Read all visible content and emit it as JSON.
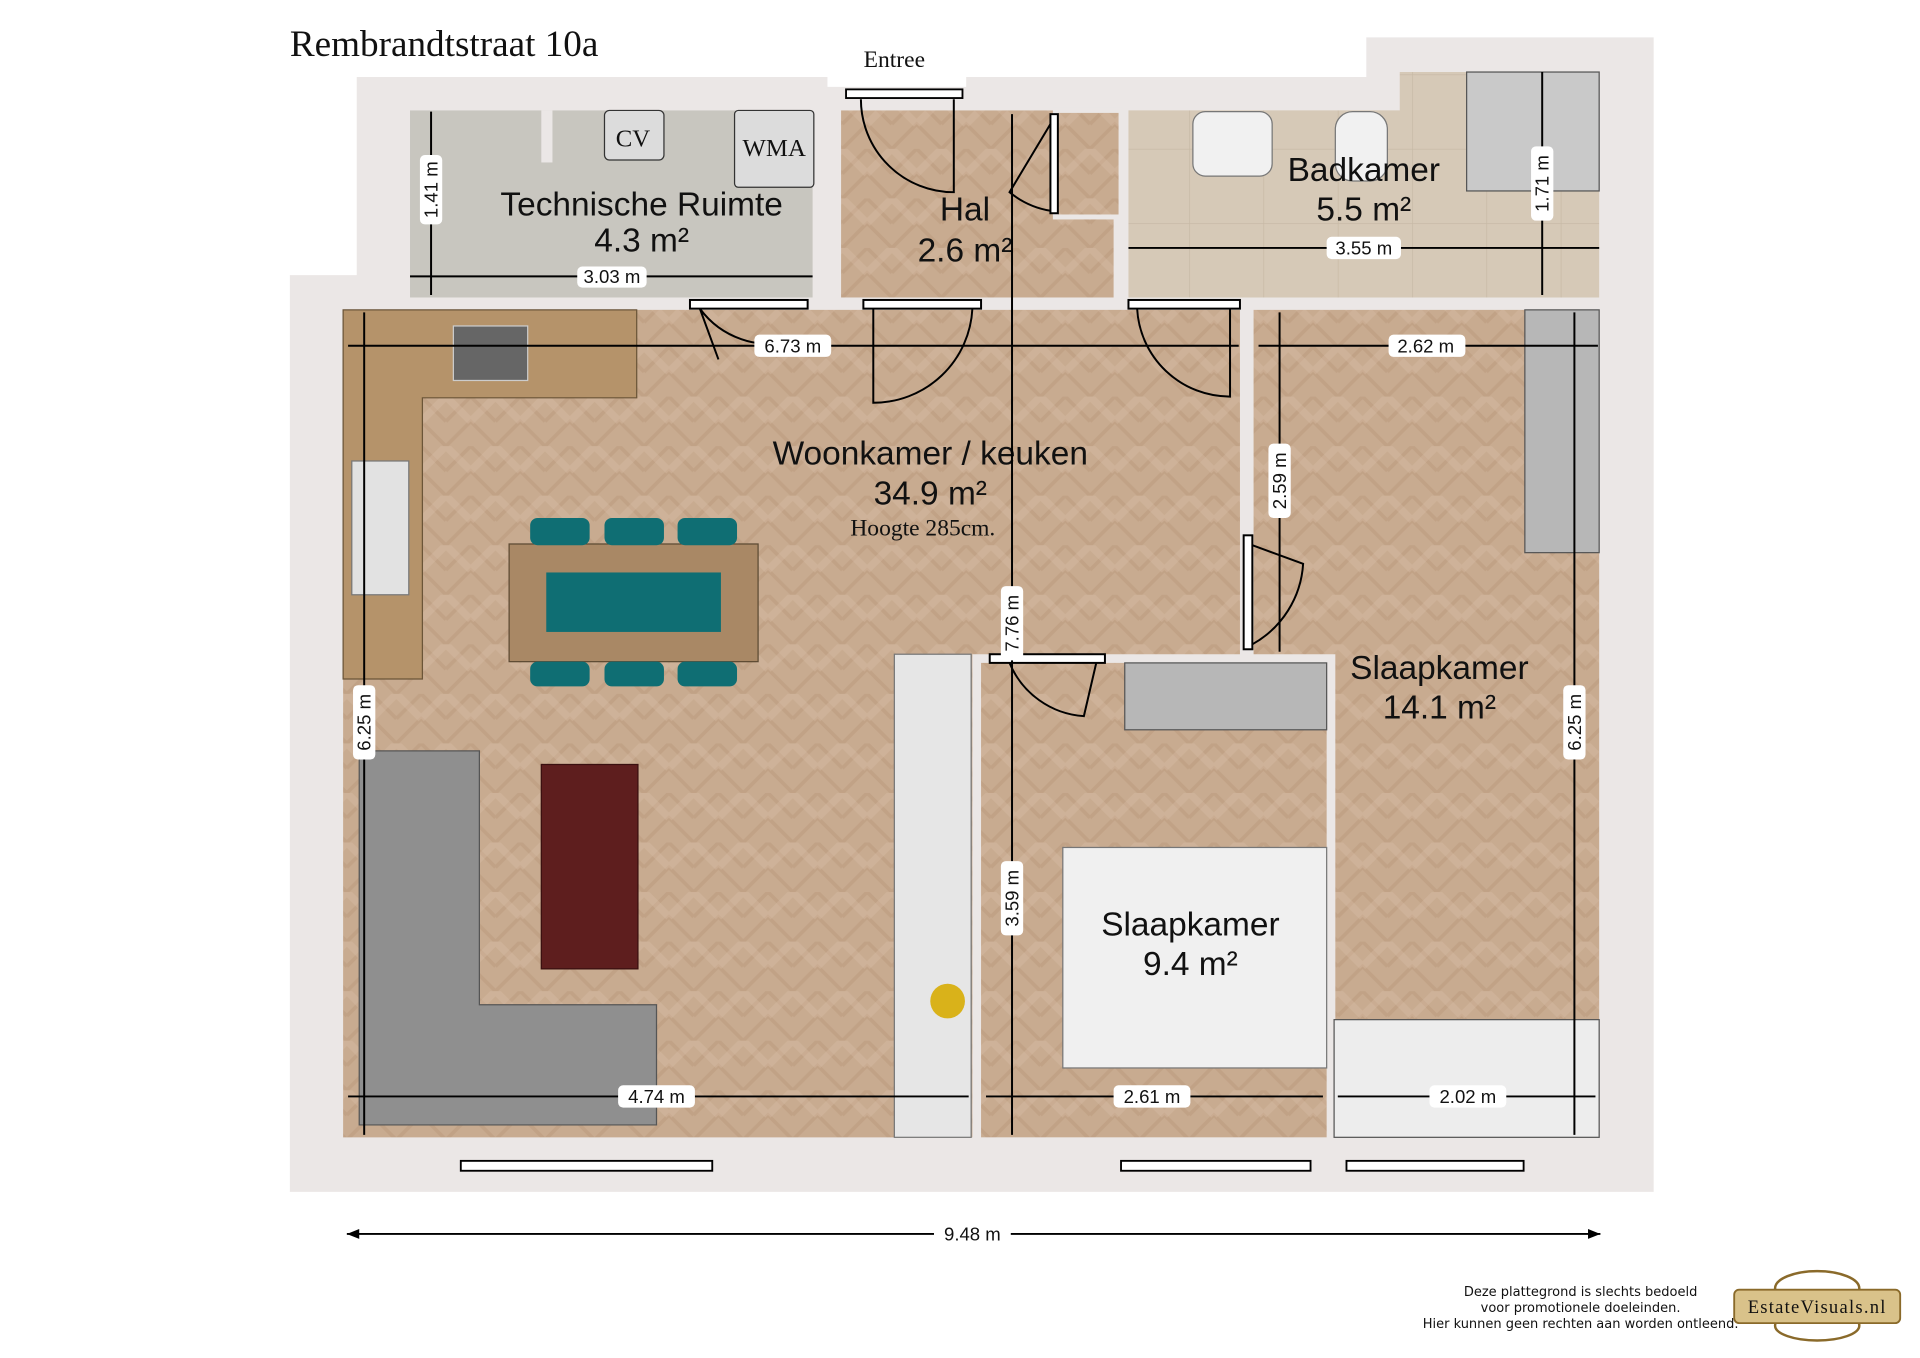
{
  "title": "Rembrandtstraat 10a",
  "entrance_label": "Entree",
  "rooms": {
    "technische": {
      "name": "Technische Ruimte",
      "area": "4.3 m²"
    },
    "hal": {
      "name": "Hal",
      "area": "2.6 m²"
    },
    "badkamer": {
      "name": "Badkamer",
      "area": "5.5 m²"
    },
    "woonkamer": {
      "name": "Woonkamer / keuken",
      "area": "34.9 m²",
      "height": "Hoogte 285cm."
    },
    "slaapkamer_groot": {
      "name": "Slaapkamer",
      "area": "14.1 m²"
    },
    "slaapkamer_klein": {
      "name": "Slaapkamer",
      "area": "9.4 m²"
    }
  },
  "appliances": {
    "cv": "CV",
    "wma": "WMA"
  },
  "dimensions": {
    "tech_h": "1.41 m",
    "tech_w": "3.03 m",
    "bath_w": "3.55 m",
    "bath_h": "1.71 m",
    "living_w": "6.73 m",
    "bed_big_w": "2.62 m",
    "bed_big_h_upper": "2.59 m",
    "total_h": "7.76 m",
    "living_h": "6.25 m",
    "bed_small_h": "3.59 m",
    "bed_big_h": "6.25 m",
    "living_bottom_w": "4.74 m",
    "bed_small_w": "2.61 m",
    "bed_big_bottom_w": "2.02 m",
    "total_w": "9.48 m"
  },
  "disclaimer": [
    "Deze plattegrond is slechts bedoeld",
    "voor promotionele doeleinden.",
    "Hier kunnen geen rechten aan worden ontleend."
  ],
  "logo_text": "EstateVisuals.nl",
  "colors": {
    "parquet": "#c8ab90",
    "concrete": "#c8c6bf",
    "tile": "#d6c9b7",
    "wall": "#ebe7e6",
    "teal": "#0f6e73"
  }
}
